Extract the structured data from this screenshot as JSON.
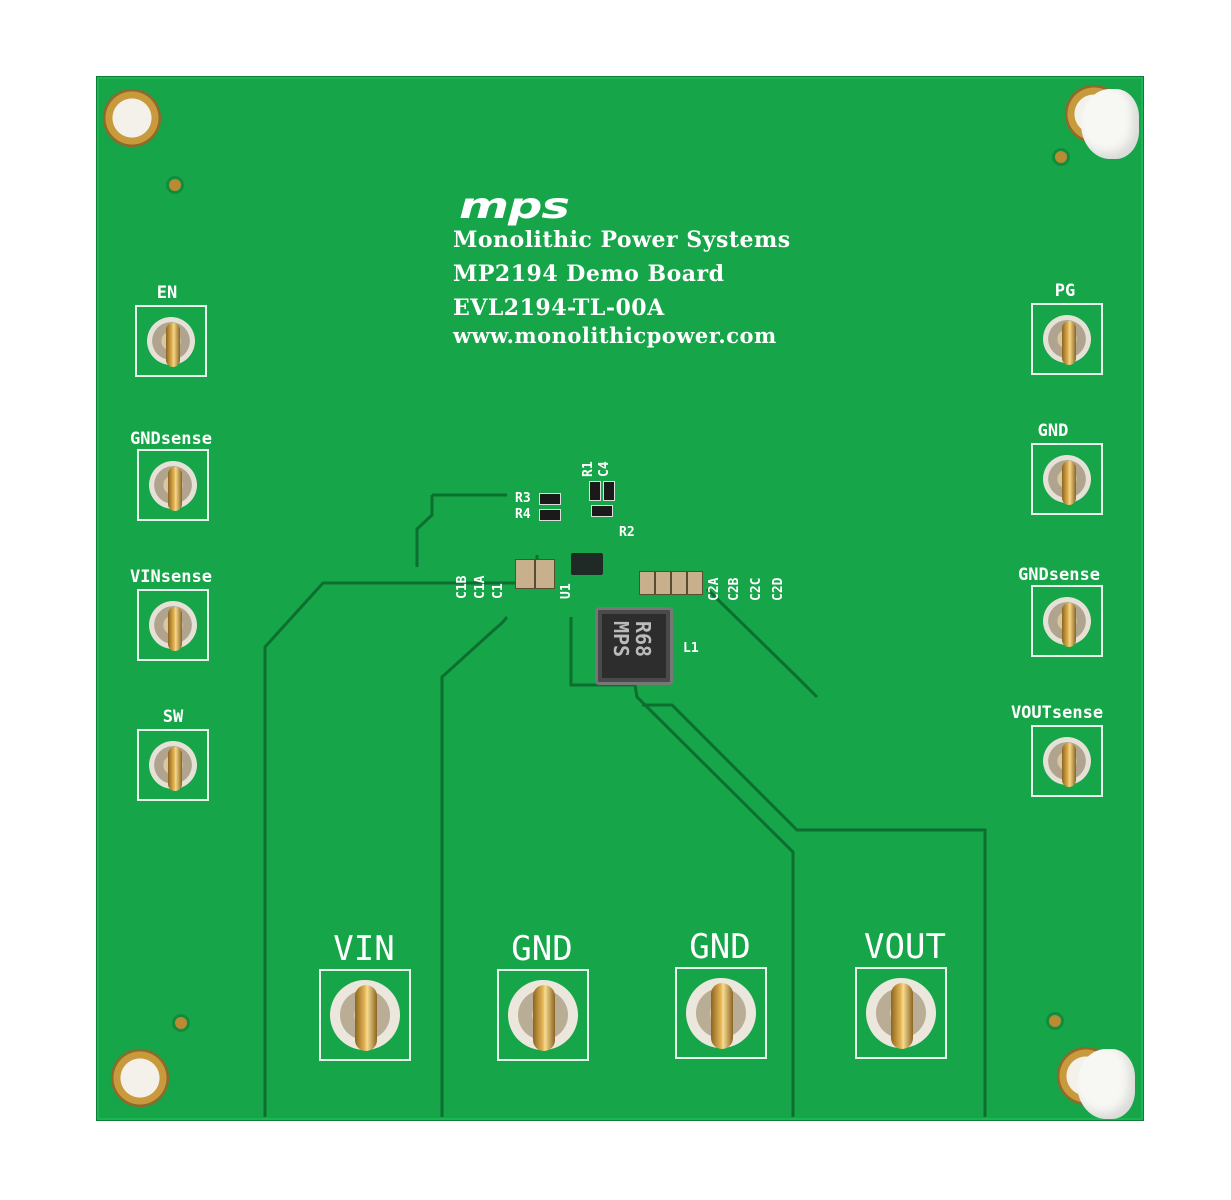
{
  "board": {
    "logo_text": "mps",
    "info_lines": [
      "Monolithic Power Systems",
      "MP2194 Demo Board",
      "EVL2194-TL-00A",
      "www.monolithicpower.com"
    ]
  },
  "test_points_left": [
    "EN",
    "GNDsense",
    "VINsense",
    "SW"
  ],
  "test_points_right": [
    "PG",
    "GND",
    "GNDsense",
    "VOUTsense"
  ],
  "terminals": [
    "VIN",
    "GND",
    "GND",
    "VOUT"
  ],
  "components": {
    "r3": "R3",
    "r4": "R4",
    "r1": "R1",
    "c4": "C4",
    "r2": "R2",
    "c1b": "C1B",
    "c1a": "C1A",
    "c1": "C1",
    "u1": "U1",
    "c2a": "C2A",
    "c2b": "C2B",
    "c2c": "C2C",
    "c2d": "C2D",
    "l1": "L1",
    "inductor_marking": "R68 MPS"
  },
  "colors": {
    "board": "#16a548",
    "silkscreen": "#ffffff",
    "gold": "#d9a944"
  }
}
